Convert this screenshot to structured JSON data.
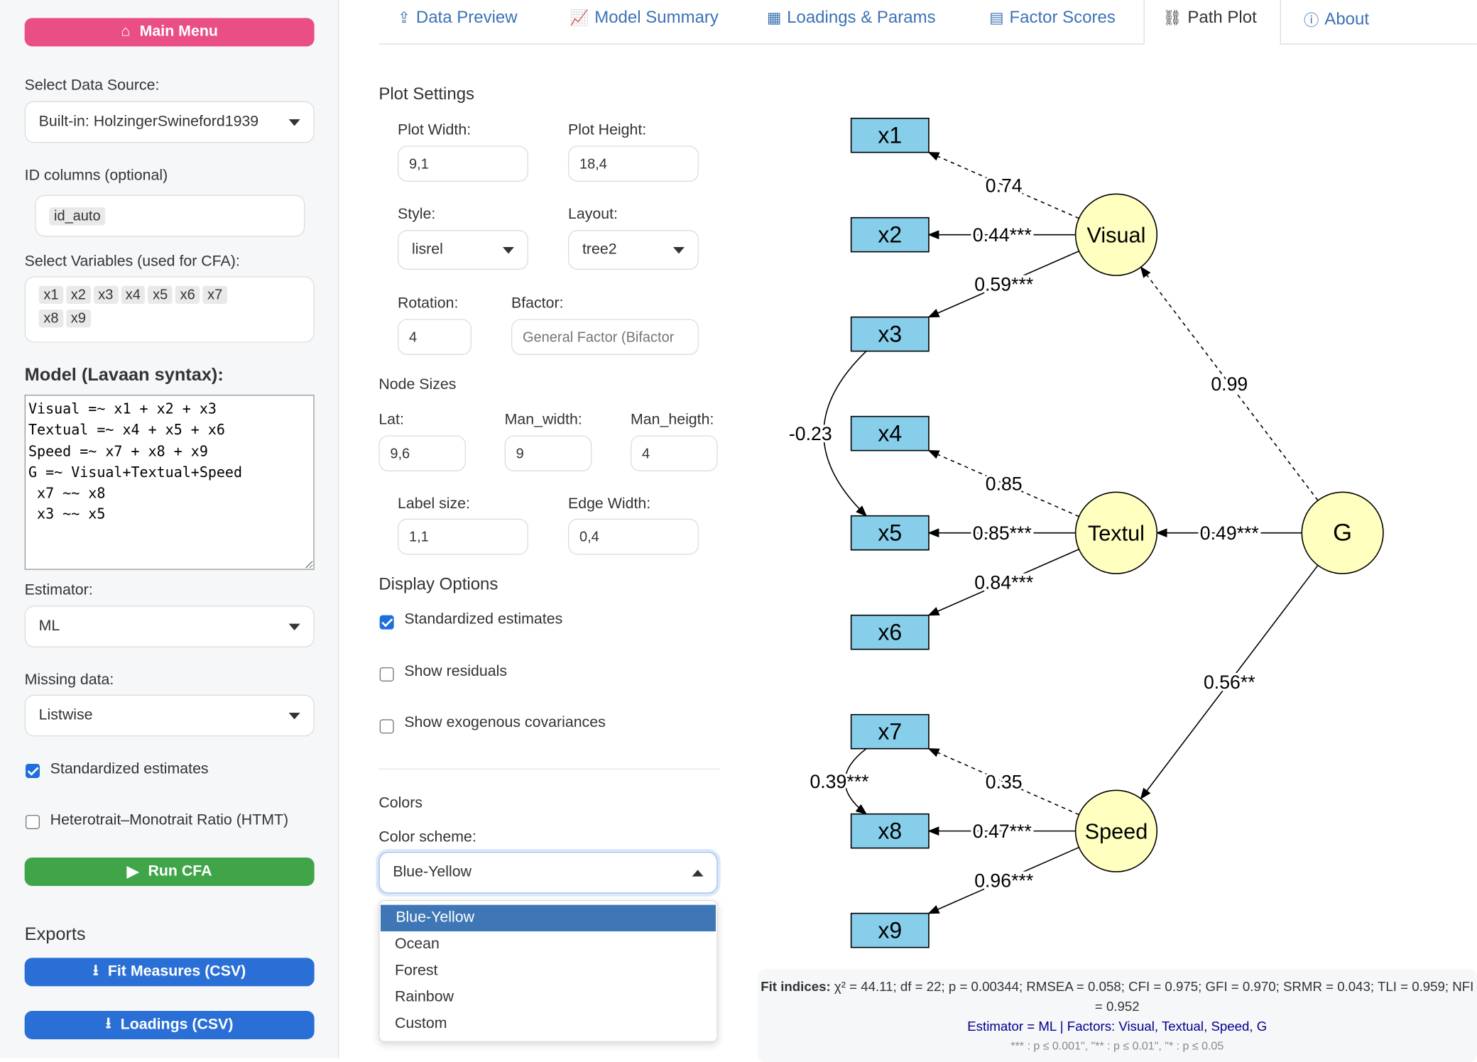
{
  "sidebar": {
    "main_menu": "Main Menu",
    "data_source_label": "Select Data Source:",
    "data_source_value": "Built-in: HolzingerSwineford1939",
    "id_label": "ID columns (optional)",
    "id_tags": [
      "id_auto"
    ],
    "vars_label": "Select Variables (used for CFA):",
    "vars": [
      "x1",
      "x2",
      "x3",
      "x4",
      "x5",
      "x6",
      "x7",
      "x8",
      "x9"
    ],
    "model_label": "Model (Lavaan syntax):",
    "model_text": "Visual =~ x1 + x2 + x3\nTextual =~ x4 + x5 + x6\nSpeed =~ x7 + x8 + x9\nG =~ Visual+Textual+Speed\n x7 ~~ x8\n x3 ~~ x5",
    "estimator_label": "Estimator:",
    "estimator_value": "ML",
    "missing_label": "Missing data:",
    "missing_value": "Listwise",
    "std_label": "Standardized estimates",
    "std_checked": true,
    "htmt_label": "Heterotrait–Monotrait Ratio (HTMT)",
    "htmt_checked": false,
    "run": "Run CFA",
    "exports_label": "Exports",
    "fit_csv": "Fit Measures (CSV)",
    "load_csv": "Loadings (CSV)"
  },
  "tabs": [
    {
      "label": "Data Preview",
      "icon": "upload-icon"
    },
    {
      "label": "Model Summary",
      "icon": "chart-line-icon"
    },
    {
      "label": "Loadings & Params",
      "icon": "table-icon"
    },
    {
      "label": "Factor Scores",
      "icon": "calculator-icon"
    },
    {
      "label": "Path Plot",
      "icon": "sitemap-icon",
      "active": true
    },
    {
      "label": "About",
      "icon": "info-icon"
    }
  ],
  "settings": {
    "title": "Plot Settings",
    "width_label": "Plot Width:",
    "width": "9,1",
    "height_label": "Plot Height:",
    "height": "18,4",
    "style_label": "Style:",
    "style": "lisrel",
    "layout_label": "Layout:",
    "layout": "tree2",
    "rotation_label": "Rotation:",
    "rotation": "4",
    "bfactor_label": "Bfactor:",
    "bfactor_placeholder": "General Factor (Bifactor",
    "node_sizes": "Node Sizes",
    "lat_label": "Lat:",
    "lat": "9,6",
    "manw_label": "Man_width:",
    "manw": "9",
    "manh_label": "Man_heigth:",
    "manh": "4",
    "labelsize_label": "Label size:",
    "labelsize": "1,1",
    "edgew_label": "Edge Width:",
    "edgew": "0,4",
    "display_title": "Display Options",
    "opt_std": "Standardized estimates",
    "opt_std_checked": true,
    "opt_resid": "Show residuals",
    "opt_resid_checked": false,
    "opt_exo": "Show exogenous covariances",
    "opt_exo_checked": false,
    "colors_title": "Colors",
    "scheme_label": "Color scheme:",
    "scheme": "Blue-Yellow",
    "scheme_options": [
      "Blue-Yellow",
      "Ocean",
      "Forest",
      "Rainbow",
      "Custom"
    ]
  },
  "plot": {
    "colors": {
      "manifest": "#87ceeb",
      "latent": "#ffffc0"
    },
    "manifest": [
      "x1",
      "x2",
      "x3",
      "x4",
      "x5",
      "x6",
      "x7",
      "x8",
      "x9"
    ],
    "latent": [
      "Visual",
      "Textul",
      "Speed",
      "G"
    ],
    "loadings": [
      {
        "from": "Visual",
        "to": "x1",
        "label": "0.74",
        "dashed": true
      },
      {
        "from": "Visual",
        "to": "x2",
        "label": "0.44***"
      },
      {
        "from": "Visual",
        "to": "x3",
        "label": "0.59***"
      },
      {
        "from": "Textul",
        "to": "x4",
        "label": "0.85",
        "dashed": true
      },
      {
        "from": "Textul",
        "to": "x5",
        "label": "0.85***"
      },
      {
        "from": "Textul",
        "to": "x6",
        "label": "0.84***"
      },
      {
        "from": "Speed",
        "to": "x7",
        "label": "0.35",
        "dashed": true
      },
      {
        "from": "Speed",
        "to": "x8",
        "label": "0.47***"
      },
      {
        "from": "Speed",
        "to": "x9",
        "label": "0.96***"
      },
      {
        "from": "G",
        "to": "Visual",
        "label": "0.99",
        "dashed": true
      },
      {
        "from": "G",
        "to": "Textul",
        "label": "0.49***"
      },
      {
        "from": "G",
        "to": "Speed",
        "label": "0.56**"
      }
    ],
    "covariances": [
      {
        "a": "x3",
        "b": "x5",
        "label": "-0.23"
      },
      {
        "a": "x7",
        "b": "x8",
        "label": "0.39***"
      }
    ]
  },
  "fit": {
    "bold": "Fit indices:",
    "text": " χ² = 44.11; df = 22; p = 0.00344; RMSEA = 0.058; CFI = 0.975; GFI = 0.970; SRMR = 0.043; TLI = 0.959; NFI = 0.952",
    "estimator": "Estimator = ML | Factors: Visual, Textual, Speed, G",
    "sig": "*** : p ≤ 0.001\", \"** : p ≤ 0.01\", \"* : p ≤ 0.05"
  }
}
